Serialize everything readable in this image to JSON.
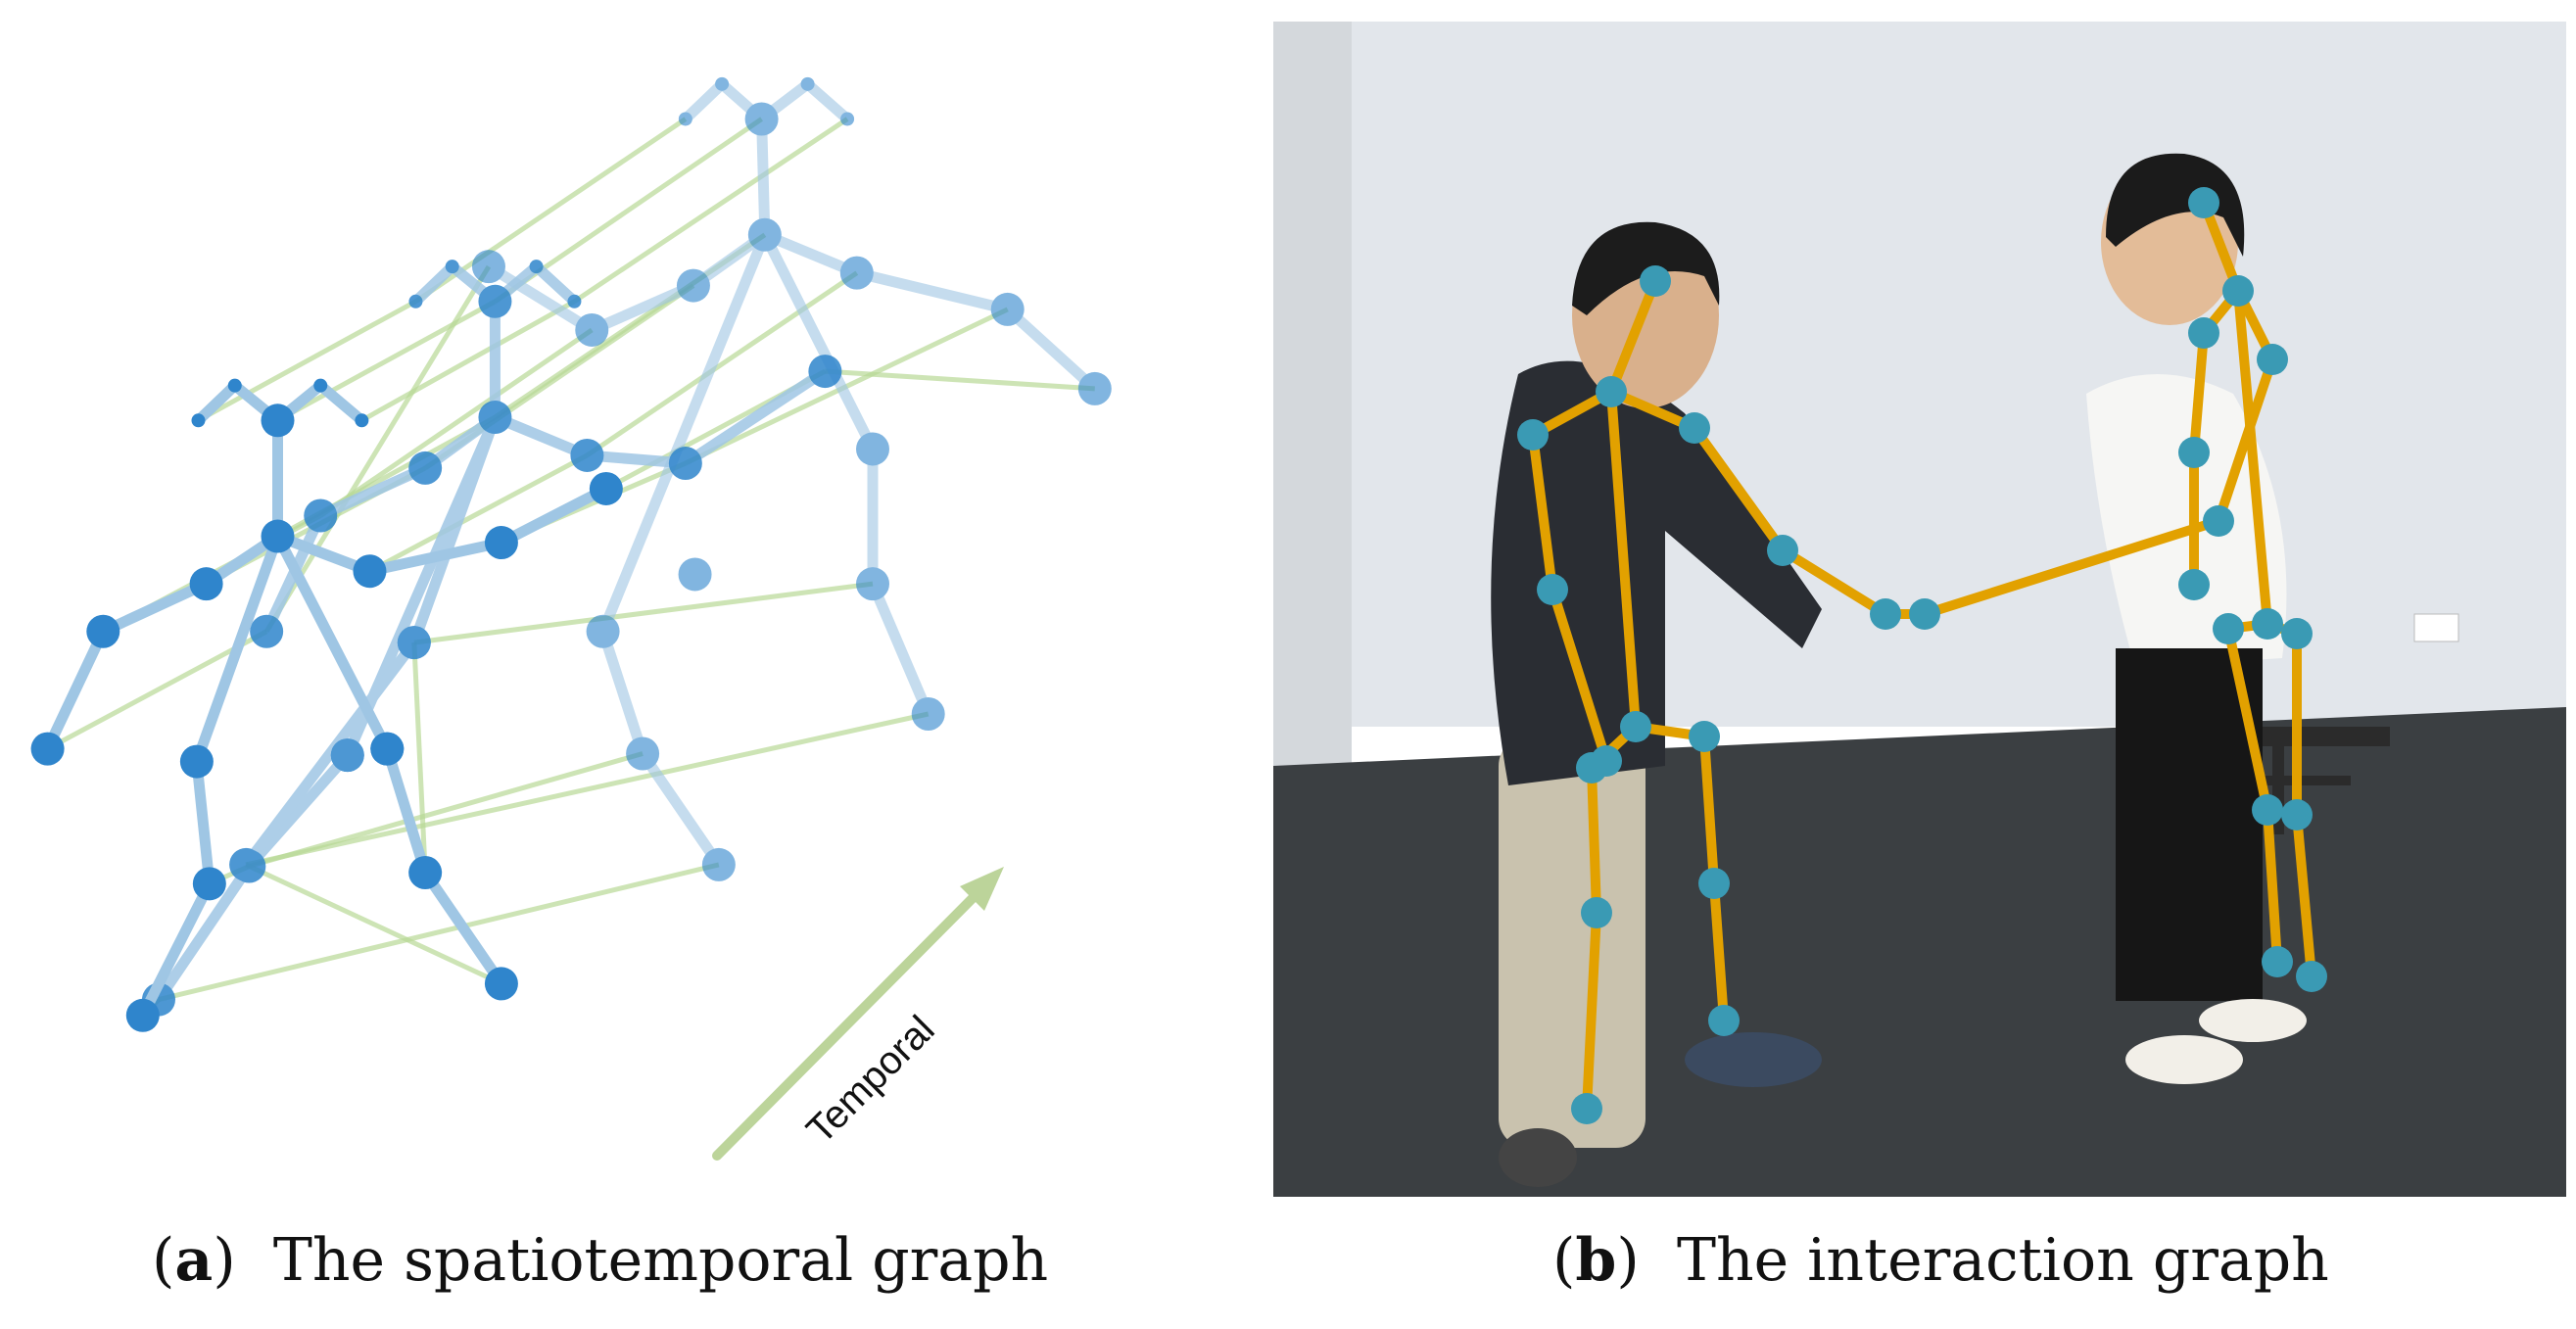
{
  "panel_a": {
    "arrow_label": "Temporal",
    "colors": {
      "joint": "#2f85cc",
      "bone": "#9fc6e4",
      "temporal_edge": "#b8d896",
      "arrow": "#bcd49a"
    }
  },
  "panel_b": {
    "colors": {
      "joint": "#3a9ab4",
      "bone": "#e2a100",
      "wall": "#e4e8ec",
      "floor": "#3a3d40"
    }
  },
  "captions": {
    "a": {
      "tag": "a",
      "text": "The spatiotemporal graph"
    },
    "b": {
      "tag": "b",
      "text": "The interaction graph"
    }
  }
}
